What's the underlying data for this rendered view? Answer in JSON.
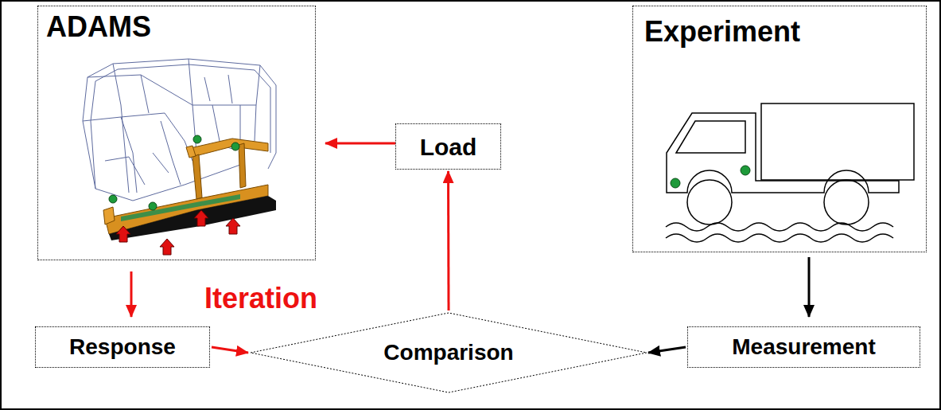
{
  "diagram": {
    "nodes": [
      {
        "text": [
          "ADAMS"
        ]
      },
      {
        "text": [
          "Experiment"
        ]
      },
      {
        "text": [
          "Load"
        ]
      },
      {
        "text": [
          "Response"
        ]
      },
      {
        "text": [
          "Comparison"
        ]
      },
      {
        "text": [
          "Measurement"
        ]
      }
    ],
    "edges": [
      {
        "from": 2,
        "to": 0,
        "arrow": "to"
      },
      {
        "from": 0,
        "to": 3,
        "arrow": "to"
      },
      {
        "from": 3,
        "to": 4,
        "arrow": "to"
      },
      {
        "from": 4,
        "to": 2,
        "arrow": "to"
      },
      {
        "from": 1,
        "to": 5,
        "arrow": "to"
      },
      {
        "from": 5,
        "to": 4,
        "arrow": "to"
      }
    ],
    "labels": [
      "Iteration"
    ]
  }
}
